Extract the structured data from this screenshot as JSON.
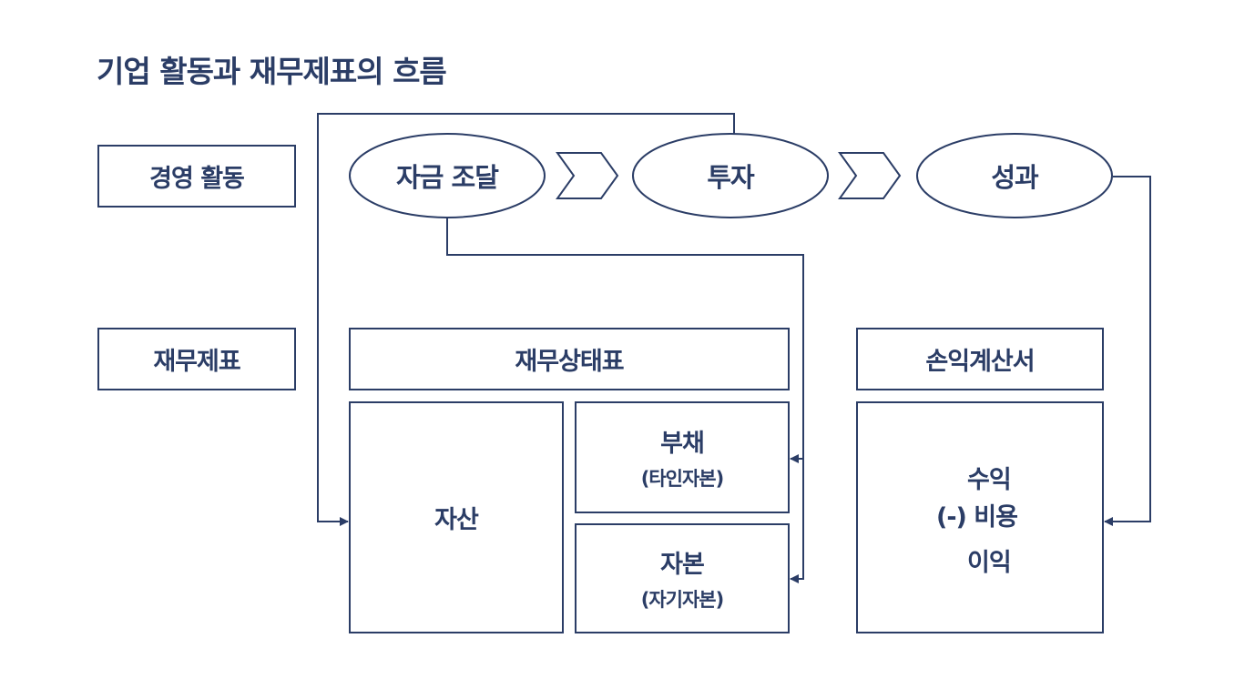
{
  "title": "기업 활동과 재무제표의 흐름",
  "row_labels": {
    "activities": "경영 활동",
    "statements": "재무제표"
  },
  "flow": [
    {
      "label": "자금 조달"
    },
    {
      "label": "투자"
    },
    {
      "label": "성과"
    }
  ],
  "balance_sheet": {
    "header": "재무상태표",
    "assets": "자산",
    "liabilities": {
      "label": "부채",
      "sub": "(타인자본)"
    },
    "equity": {
      "label": "자본",
      "sub": "(자기자본)"
    }
  },
  "income_statement": {
    "header": "손익계산서",
    "revenue": "수익",
    "expense": "(-) 비용",
    "profit": "이익"
  },
  "colors": {
    "line": "#2b3d66"
  }
}
